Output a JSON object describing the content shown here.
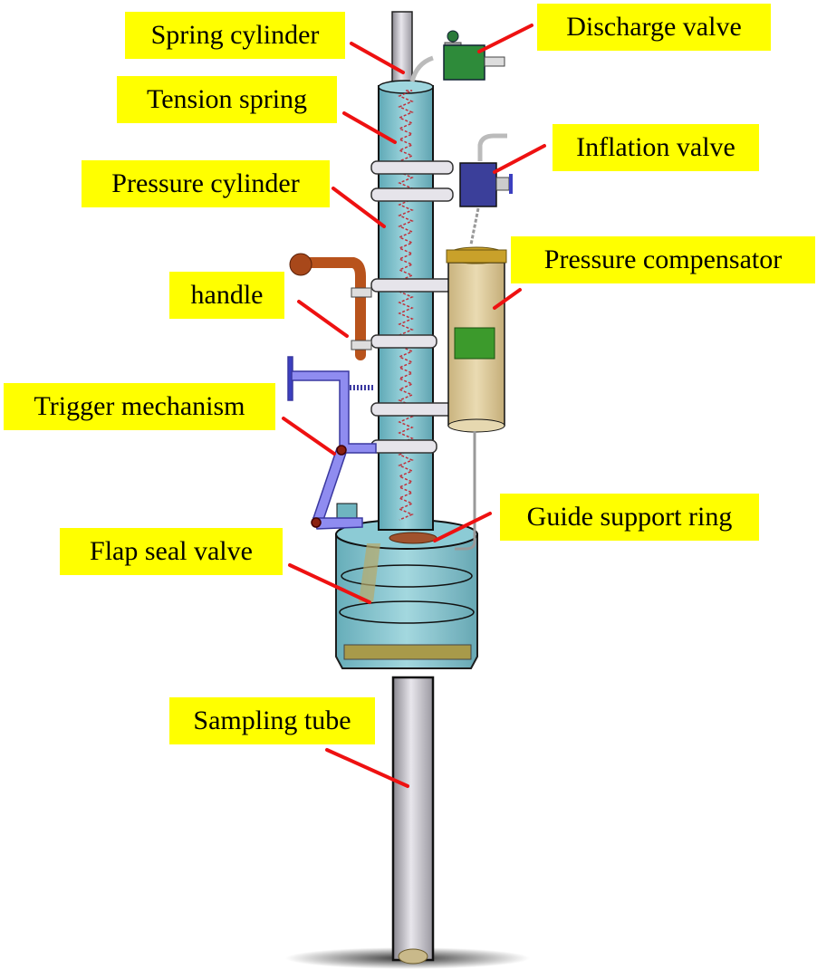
{
  "figure": {
    "type": "labeled-mechanical-diagram",
    "subject": "sediment sampler assembly",
    "colors": {
      "label_background": "#ffff00",
      "leader_line": "#ee1111",
      "cylinder_fill": "#7fc4cf",
      "discharge_valve": "#2e8b3a",
      "inflation_valve": "#3b3f9a",
      "handle": "#b8531c",
      "trigger": "#8f8cf0",
      "compensator": "#d9c79a",
      "compensator_cap": "#c9a12a",
      "piston": "#3c9a2c",
      "guide_ring": "#a0522d",
      "sampling_tube": "#c8c6cc"
    }
  },
  "labels": [
    {
      "id": "spring-cylinder",
      "text": "Spring cylinder"
    },
    {
      "id": "tension-spring",
      "text": "Tension spring"
    },
    {
      "id": "pressure-cylinder",
      "text": "Pressure cylinder"
    },
    {
      "id": "handle",
      "text": "handle"
    },
    {
      "id": "trigger-mechanism",
      "text": "Trigger mechanism"
    },
    {
      "id": "flap-seal-valve",
      "text": "Flap seal valve"
    },
    {
      "id": "sampling-tube",
      "text": "Sampling tube"
    },
    {
      "id": "discharge-valve",
      "text": "Discharge valve"
    },
    {
      "id": "inflation-valve",
      "text": "Inflation valve"
    },
    {
      "id": "pressure-compensator",
      "text": "Pressure compensator"
    },
    {
      "id": "guide-support-ring",
      "text": "Guide support ring"
    }
  ]
}
